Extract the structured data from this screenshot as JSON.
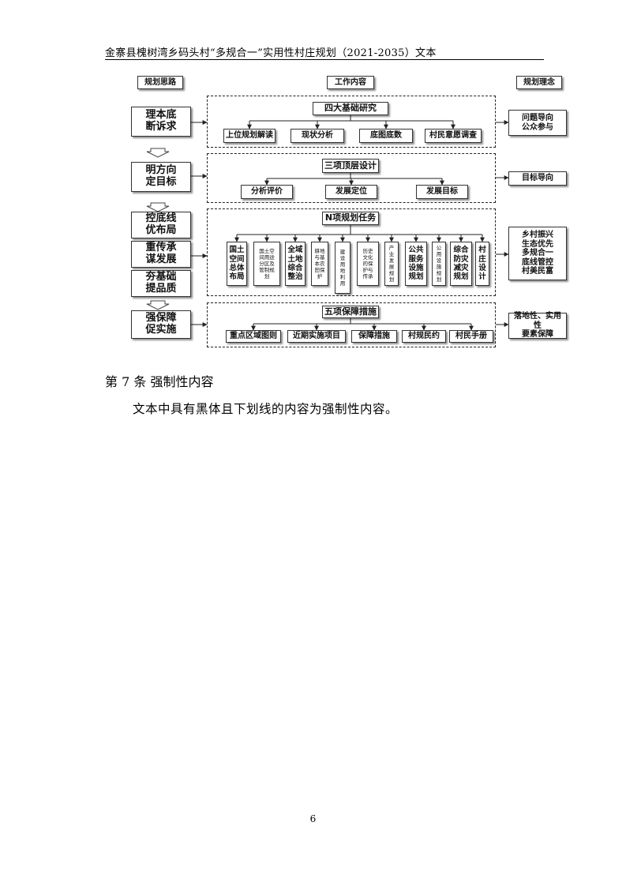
{
  "header": {
    "title": "金寨县槐树湾乡码头村“多规合一”实用性村庄规划（2021-2035）文本"
  },
  "diagram": {
    "col_left": "规划思路",
    "col_mid": "工作内容",
    "col_right": "规划理念",
    "left": [
      "理本底\n断诉求",
      "明方向\n定目标",
      "控底线\n优布局",
      "重传承\n谋发展",
      "夯基础\n提品质",
      "强保障\n促实施"
    ],
    "right": [
      "问题导向\n公众参与",
      "目标导向",
      "乡村振兴\n生态优先\n多规合一\n底线管控\n村美民富",
      "落地性、实用性\n要素保障"
    ],
    "sec1": {
      "title": "四大基础研究",
      "items": [
        "上位规划解读",
        "现状分析",
        "底图底数",
        "村民意愿调查"
      ]
    },
    "sec2": {
      "title": "三项顶层设计",
      "items": [
        "分析评价",
        "发展定位",
        "发展目标"
      ]
    },
    "sec3": {
      "title": "N项规划任务",
      "items": [
        "国土\n空间\n总体\n布局",
        "国土空\n间用途\n分区及\n管制规\n划",
        "全域\n土地\n综合\n整治",
        "耕地\n与基\n本农\n田保\n护",
        "建\n设\n用\n地\n利\n用",
        "历史\n文化\n的保\n护与\n传承",
        "产\n业\n发\n展\n规\n划",
        "公共\n服务\n设施\n规划",
        "公\n用\n设\n施\n规\n划",
        "综合\n防灾\n减灾\n规划",
        "村\n庄\n设\n计"
      ]
    },
    "sec4": {
      "title": "五项保障措施",
      "items": [
        "重点区域图则",
        "近期实施项目",
        "保障措施",
        "村规民约",
        "村民手册"
      ]
    }
  },
  "article": {
    "title": "第 7 条  强制性内容",
    "body": "文本中具有黑体且下划线的内容为强制性内容。"
  },
  "page_number": "6"
}
